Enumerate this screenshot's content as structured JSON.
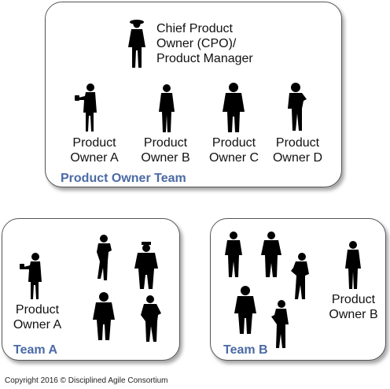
{
  "po_team": {
    "title": "Product Owner Team",
    "cpo_lines": [
      "Chief Product",
      "Owner (CPO)/",
      "Product Manager"
    ],
    "owners": [
      {
        "line1": "Product",
        "line2": "Owner A"
      },
      {
        "line1": "Product",
        "line2": "Owner B"
      },
      {
        "line1": "Product",
        "line2": "Owner C"
      },
      {
        "line1": "Product",
        "line2": "Owner D"
      }
    ]
  },
  "team_a": {
    "title": "Team A",
    "owner": {
      "line1": "Product",
      "line2": "Owner A"
    }
  },
  "team_b": {
    "title": "Team B",
    "owner": {
      "line1": "Product",
      "line2": "Owner B"
    }
  },
  "copyright": "Copyright 2016 © Disciplined Agile Consortium",
  "colors": {
    "title_blue": "#4b6aa5",
    "border": "#555555"
  },
  "icons": [
    "person-silhouette-icon"
  ]
}
